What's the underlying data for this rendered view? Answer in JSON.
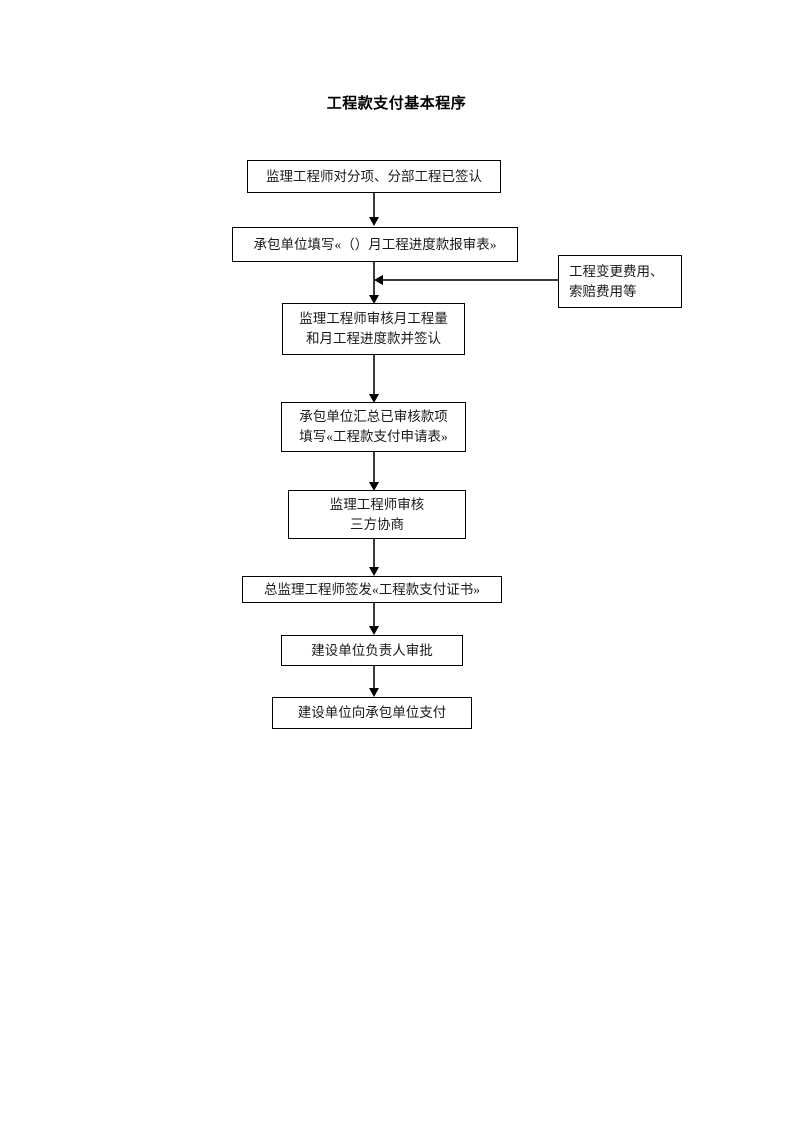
{
  "document": {
    "title": "工程款支付基本程序"
  },
  "flowchart": {
    "type": "flowchart",
    "orientation": "top-to-bottom",
    "nodes": [
      {
        "id": "n1",
        "lines": [
          "监理工程师对分项、分部工程已签认"
        ]
      },
      {
        "id": "n2",
        "lines": [
          "承包单位填写«（）月工程进度款报审表»"
        ]
      },
      {
        "id": "n3",
        "lines": [
          "监理工程师审核月工程量",
          "和月工程进度款并签认"
        ]
      },
      {
        "id": "n4",
        "lines": [
          "承包单位汇总已审核款项",
          "填写«工程款支付申请表»"
        ]
      },
      {
        "id": "n5",
        "lines": [
          "监理工程师审核",
          "三方协商"
        ]
      },
      {
        "id": "n6",
        "lines": [
          "总监理工程师签发«工程款支付证书»"
        ]
      },
      {
        "id": "n7",
        "lines": [
          "建设单位负责人审批"
        ]
      },
      {
        "id": "n8",
        "lines": [
          "建设单位向承包单位支付"
        ]
      },
      {
        "id": "side1",
        "lines": [
          "工程变更费用、",
          "索赔费用等"
        ]
      }
    ],
    "edges": [
      {
        "from": "n1",
        "to": "n2",
        "direction": "down"
      },
      {
        "from": "n2",
        "to": "n3",
        "direction": "down"
      },
      {
        "from": "side1",
        "to": "n2-n3-link",
        "direction": "left"
      },
      {
        "from": "n3",
        "to": "n4",
        "direction": "down"
      },
      {
        "from": "n4",
        "to": "n5",
        "direction": "down"
      },
      {
        "from": "n5",
        "to": "n6",
        "direction": "down"
      },
      {
        "from": "n6",
        "to": "n7",
        "direction": "down"
      },
      {
        "from": "n7",
        "to": "n8",
        "direction": "down"
      }
    ]
  },
  "colors": {
    "box_border": "#000000",
    "connector": "#3a3a3a",
    "text": "#1a1a1a",
    "background": "#ffffff"
  }
}
